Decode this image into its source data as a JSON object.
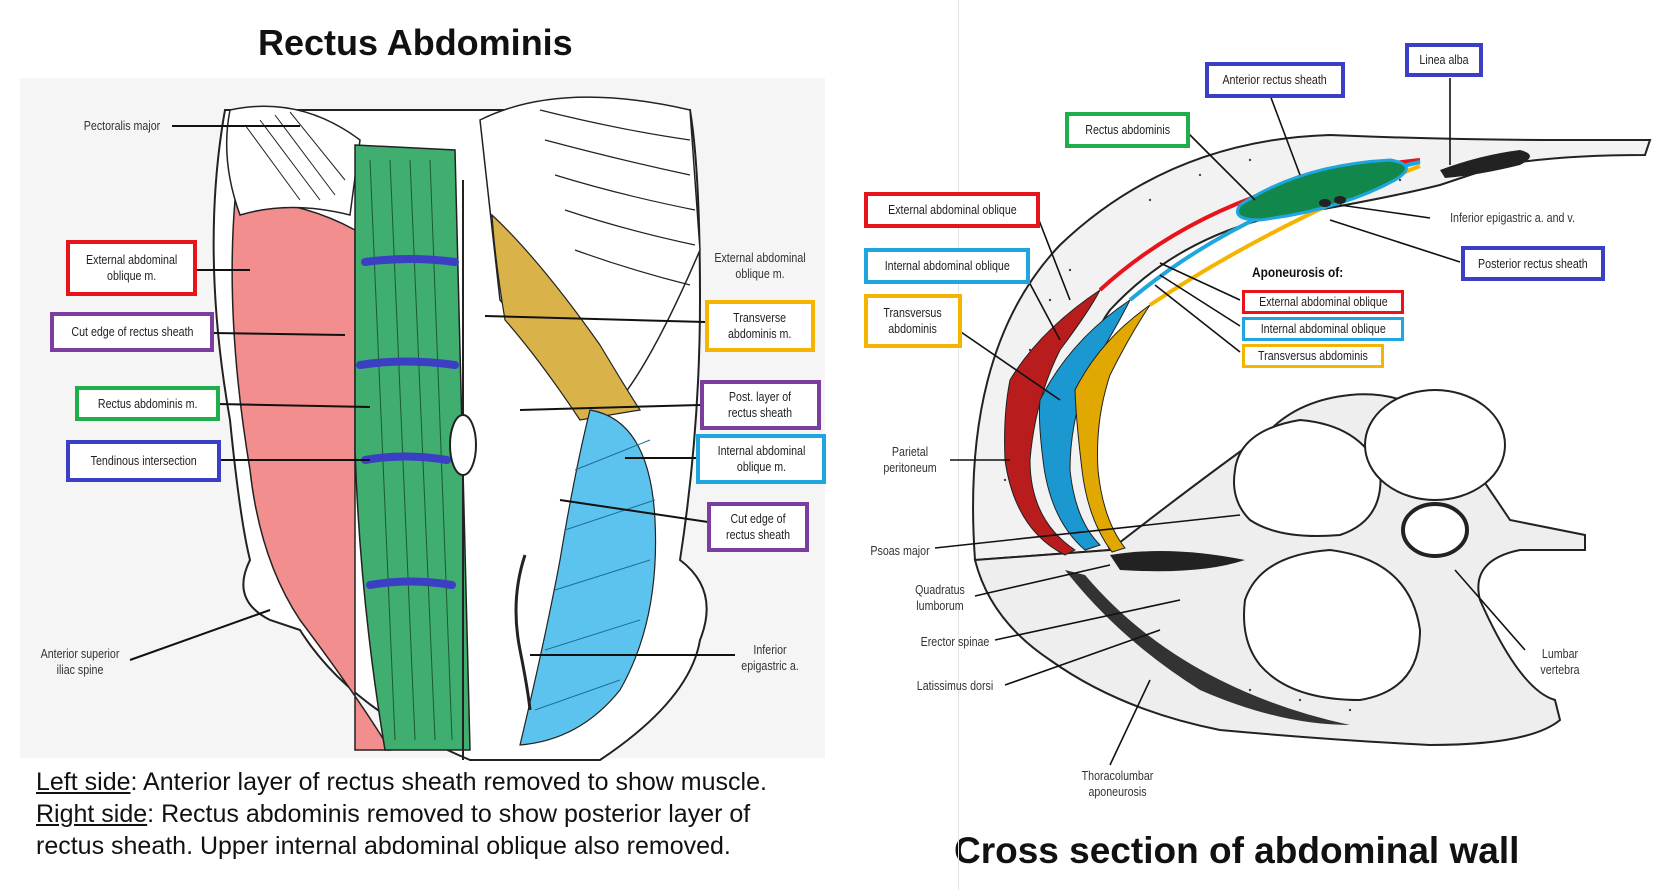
{
  "left": {
    "title": "Rectus Abdominis",
    "labels": {
      "pectoralis_major": "Pectoralis major",
      "ext_oblique_left": "External abdominal\noblique m.",
      "cut_edge_left": "Cut edge of rectus sheath",
      "rectus_m": "Rectus abdominis m.",
      "tendinous": "Tendinous intersection",
      "asis": "Anterior superior\niliac spine",
      "ext_oblique_right": "External abdominal\noblique m.",
      "transverse": "Transverse\nabdominis m.",
      "post_layer": "Post. layer of\nrectus sheath",
      "internal_oblique": "Internal abdominal\noblique m.",
      "cut_edge_right": "Cut edge of\nrectus sheath",
      "inferior_epigastric": "Inferior\nepigastric a."
    },
    "caption": {
      "left_side_label": "Left side",
      "left_side_text": ": Anterior layer of rectus sheath removed to show muscle.",
      "right_side_label": "Right side",
      "right_side_text": ": Rectus abdominis removed to show posterior layer of",
      "line3": "rectus sheath. Upper internal abdominal oblique also removed."
    }
  },
  "right": {
    "title": "Cross section of abdominal wall",
    "labels": {
      "linea_alba": "Linea alba",
      "anterior_rectus_sheath": "Anterior rectus sheath",
      "rectus_abdominis": "Rectus abdominis",
      "external_oblique": "External abdominal oblique",
      "internal_oblique": "Internal abdominal oblique",
      "transversus": "Transversus\nabdominis",
      "inferior_epigastric": "Inferior epigastric a. and v.",
      "posterior_rectus_sheath": "Posterior rectus sheath",
      "aponeurosis_of": "Aponeurosis of:",
      "apo_external": "External abdominal oblique",
      "apo_internal": "Internal abdominal oblique",
      "apo_transversus": "Transversus abdominis",
      "parietal_peritoneum": "Parietal\nperitoneum",
      "psoas_major": "Psoas major",
      "quadratus": "Quadratus\nlumborum",
      "erector": "Erector spinae",
      "latissimus": "Latissimus dorsi",
      "thoracolumbar": "Thoracolumbar\naponeurosis",
      "lumbar_vertebra": "Lumbar\nvertebra"
    }
  },
  "colors": {
    "red": "#e8141c",
    "purple": "#7a3ea1",
    "green": "#1fae4b",
    "blue": "#3a3fc4",
    "cyan": "#1fa6df",
    "gold": "#f4b400",
    "rectus_fill": "#3fae6e",
    "ext_oblique_fill": "#f28e8e",
    "transverse_fill": "#d9b24a",
    "internal_fill": "#5cc3ee"
  }
}
